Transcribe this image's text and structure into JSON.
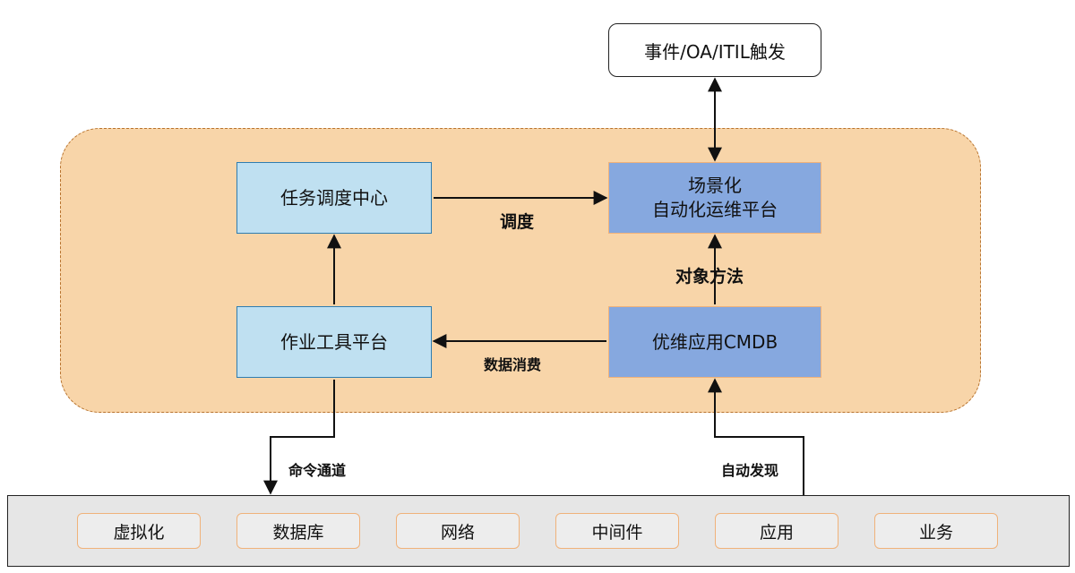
{
  "trigger": "事件/OA/ITIL触发",
  "nodes": {
    "task_center": "任务调度中心",
    "scene_platform": [
      "场景化",
      "自动化运维平台"
    ],
    "tool_platform": "作业工具平台",
    "cmdb": "优维应用CMDB"
  },
  "edge_labels": {
    "schedule": "调度",
    "object_method": "对象方法",
    "data_consume": "数据消费",
    "command_channel": "命令通道",
    "auto_discovery": "自动发现"
  },
  "resources": [
    "虚拟化",
    "数据库",
    "网络",
    "中间件",
    "应用",
    "业务"
  ],
  "colors": {
    "container_fill": "#f8d5a9",
    "container_border": "#b8732e",
    "light_box": "#bfe0f1",
    "mid_box": "#86a8df",
    "bottom_bar": "#e6e6e6"
  }
}
